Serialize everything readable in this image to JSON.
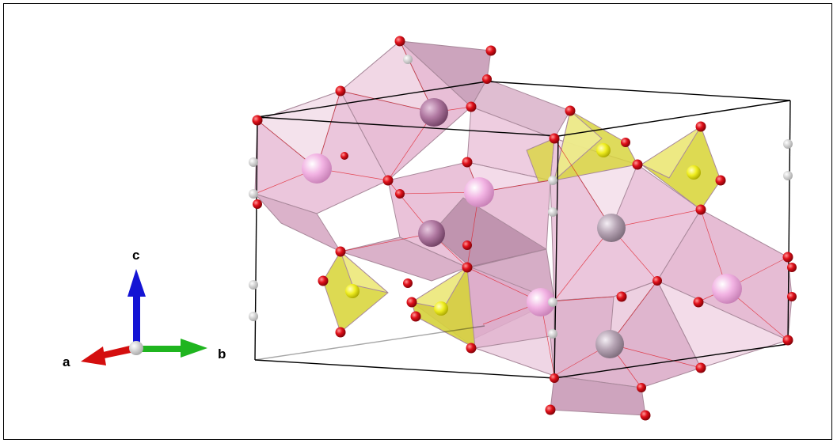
{
  "axes": {
    "a_label": "a",
    "b_label": "b",
    "c_label": "c"
  },
  "colors": {
    "polyhedron_pink": "#e8bcd6",
    "polyhedron_edge": "#a9899b",
    "polyhedron_yellow": "#d9d63f",
    "oxygen": "#e0101a",
    "center_pink": "#f2b3e3",
    "center_mauve": "#b078a1",
    "center_gray": "#b5a3b3",
    "center_yellow": "#f0ee20",
    "axis_a": "#d40e0e",
    "axis_b": "#1fb51f",
    "axis_c": "#1414d4"
  }
}
